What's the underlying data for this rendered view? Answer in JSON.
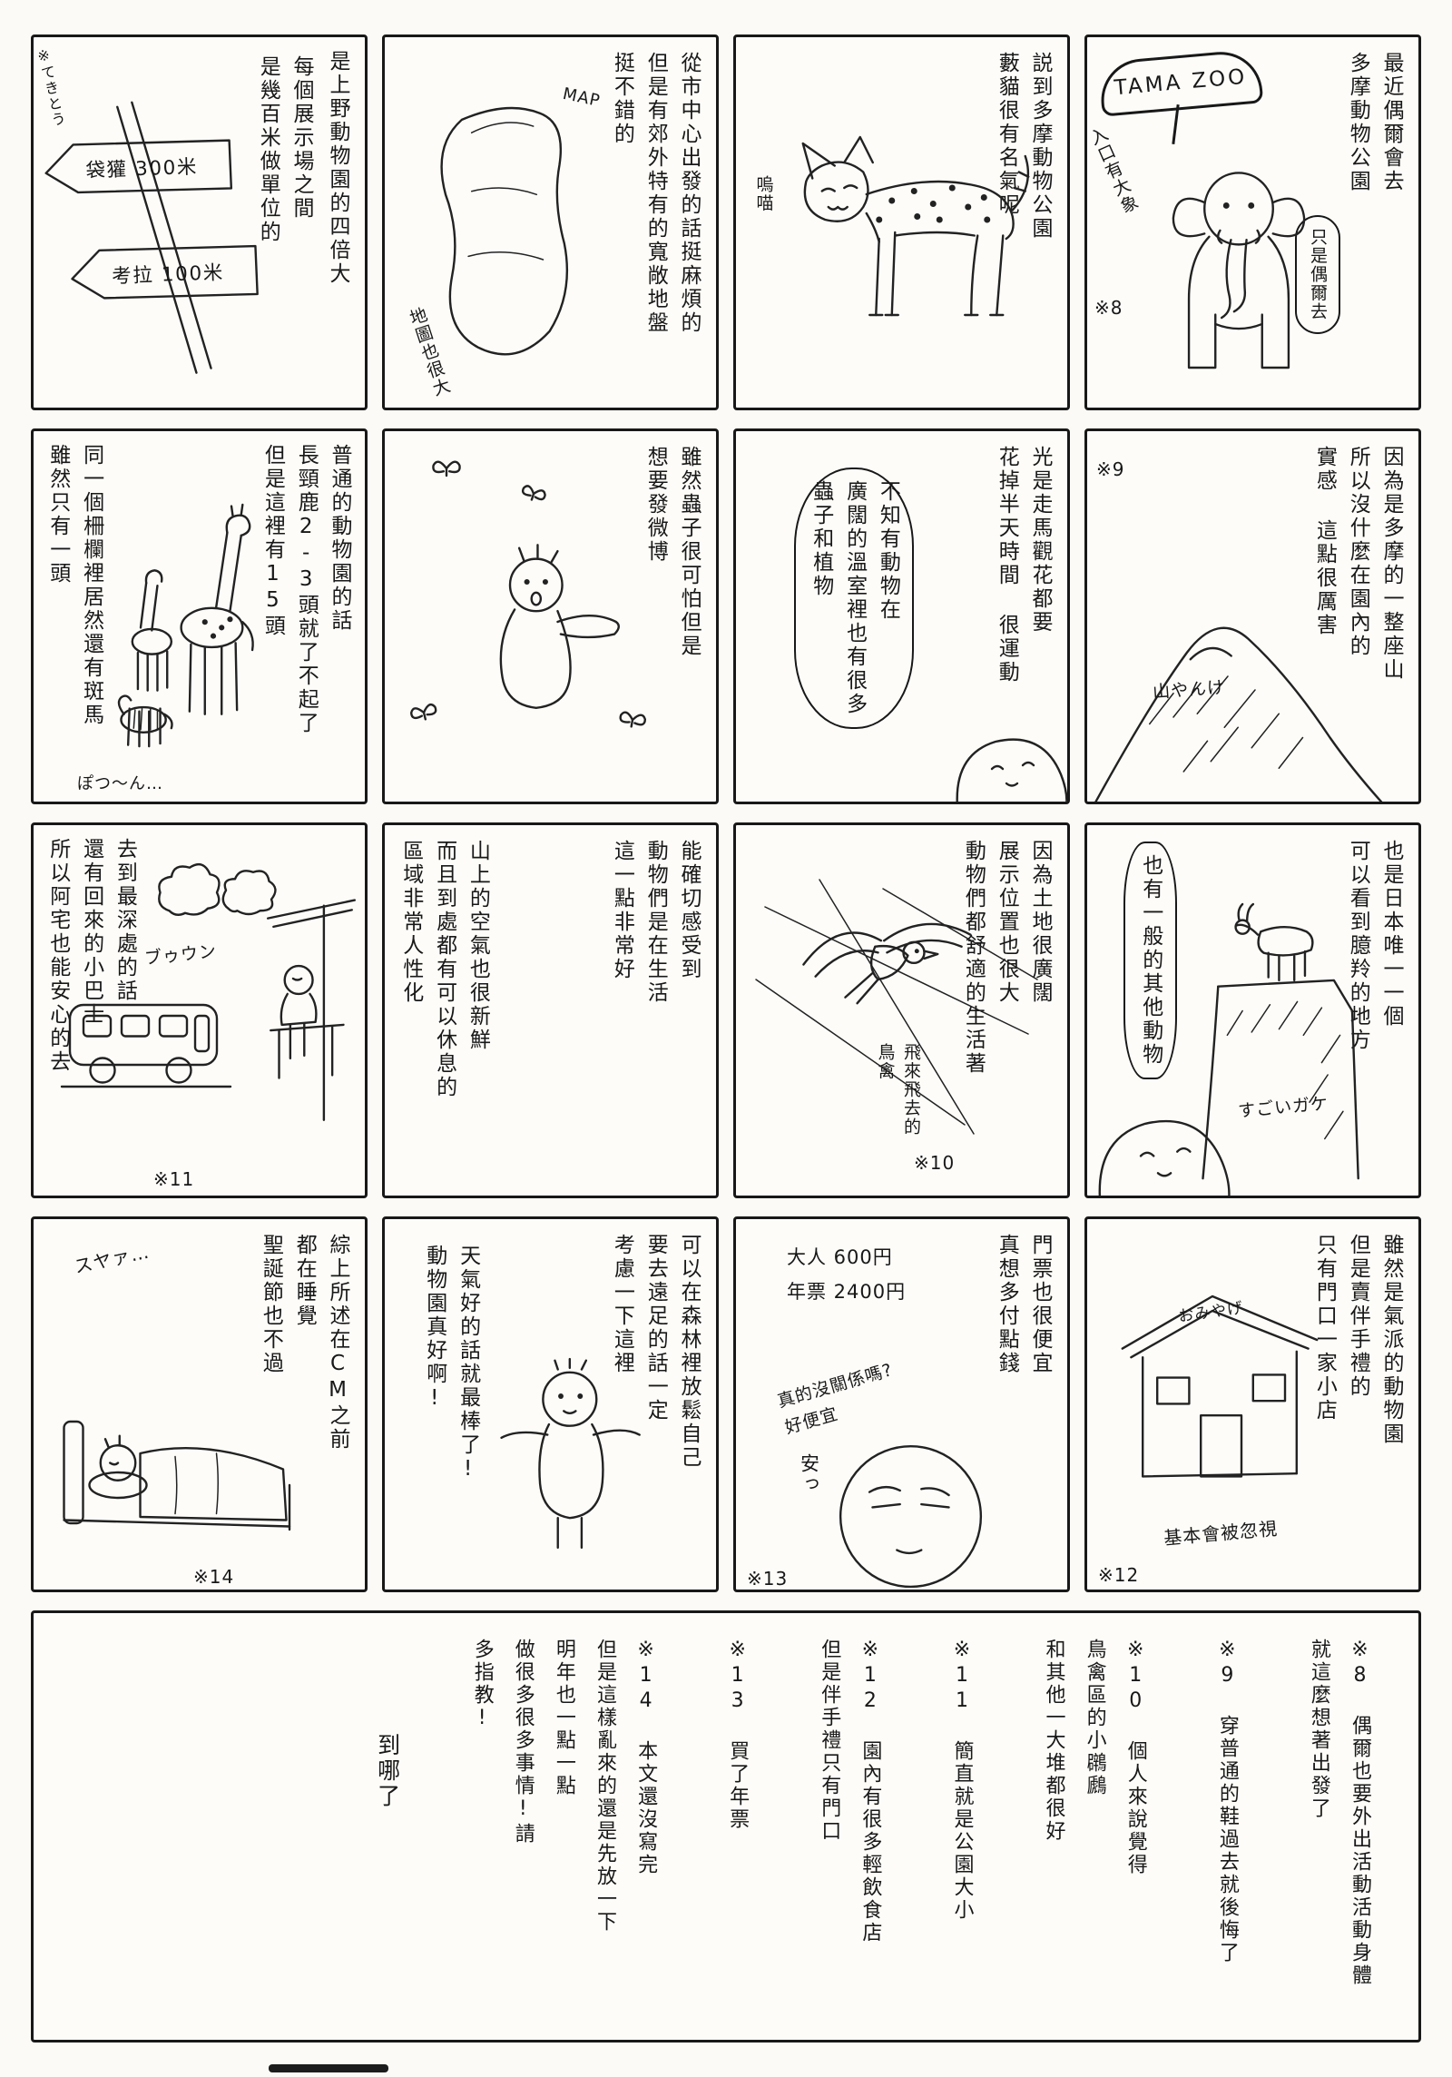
{
  "r1": {
    "p1": {
      "main": "最近偶爾會去\n多摩動物公園",
      "aside": "只是偶爾去",
      "note": "※8",
      "gate_sign": "TAMA ZOO",
      "hand": "入口有大象"
    },
    "p2": {
      "main": "説到多摩動物公園\n藪貓很有名氣呢",
      "hand": "嗚喵"
    },
    "p3": {
      "main": "從市中心出發的話挺麻煩的\n但是有郊外特有的寬敞地盤\n挺不錯的",
      "map_label": "MAP",
      "hand": "地圖也很大"
    },
    "p4": {
      "main": "是上野動物園的四倍大",
      "sub": "每個展示場之間\n是幾百米做單位的",
      "sign_top": "袋獾 300米",
      "sign_bottom": "考拉 100米",
      "hand": "※てきとう"
    }
  },
  "r2": {
    "p1": {
      "main": "因為是多摩的一整座山\n所以沒什麼在園內的\n實感 這點很厲害",
      "note": "※9",
      "hand": "山やんけ"
    },
    "p2": {
      "right": "光是走馬觀花都要\n花掉半天時間 很運動",
      "bubble": "不知有動物在\n廣闊的溫室裡也有很多\n蟲子和植物"
    },
    "p3": {
      "main": "雖然蟲子很可怕但是\n想要發微博"
    },
    "p4": {
      "right": "普通的動物園的話\n長頸鹿2-3頭就了不起了\n但是這裡有15頭",
      "left": "同一個柵欄裡居然還有斑馬\n雖然只有一頭",
      "hand": "ぽつ〜ん…"
    }
  },
  "r3": {
    "p1": {
      "main": "也是日本唯一一個\n可以看到臆羚的地方",
      "bubble": "也有一般的其他動物",
      "hand": "すごいガケ"
    },
    "p2": {
      "main": "因為土地很廣闊\n展示位置也很大\n動物們都舒適的生活著",
      "hand": "飛來飛去的\n鳥禽",
      "note": "※10"
    },
    "p3": {
      "right": "能確切感受到\n動物們是在生活\n這一點非常好",
      "left": "山上的空氣也很新鮮\n而且到處都有可以休息的\n區域非常人性化"
    },
    "p4": {
      "main": "去到最深處的話\n還有回來的小巴士\n所以阿宅也能安心的去",
      "hand": "ブゥウン",
      "note": "※11"
    }
  },
  "r4": {
    "p1": {
      "main": "雖然是氣派的動物園\n但是賣伴手禮的\n只有門口一家小店",
      "shop_sign": "おみやげ",
      "hand": "基本會被忽視",
      "note": "※12"
    },
    "p2": {
      "main": "門票也很便宜\n真想多付點錢",
      "prices": "大人 600円\n年票 2400円",
      "hand1": "真的沒關係嗎?\n好便宜",
      "hand2": "安っ",
      "note": "※13"
    },
    "p3": {
      "right": "可以在森林裡放鬆自己\n要去遠足的話一定\n考慮一下這裡",
      "left": "天氣好的話就最棒了!\n動物園真好啊!"
    },
    "p4": {
      "main": "綜上所述在CM之前\n都在睡覺\n聖誕節也不過",
      "hand": "スヤァ…",
      "note": "※14"
    }
  },
  "footer": {
    "n8": "※8 偶爾也要外出活動活動身體\n就這麼想著出發了",
    "n9": "※9 穿普通的鞋過去就後悔了",
    "n10": "※10 個人來說覺得\n鳥禽區的小鸊鷉\n和其他一大堆都很好",
    "n11": "※11 簡直就是公園大小",
    "n12": "※12 園內有很多輕飲食店\n但是伴手禮只有門口",
    "n13": "※13 買了年票",
    "n14": "※14 本文還沒寫完\n但是這樣亂來的還是先放一下\n明年也一點一點\n做很多很多事情!請\n多指教!",
    "tail": "到哪了"
  }
}
